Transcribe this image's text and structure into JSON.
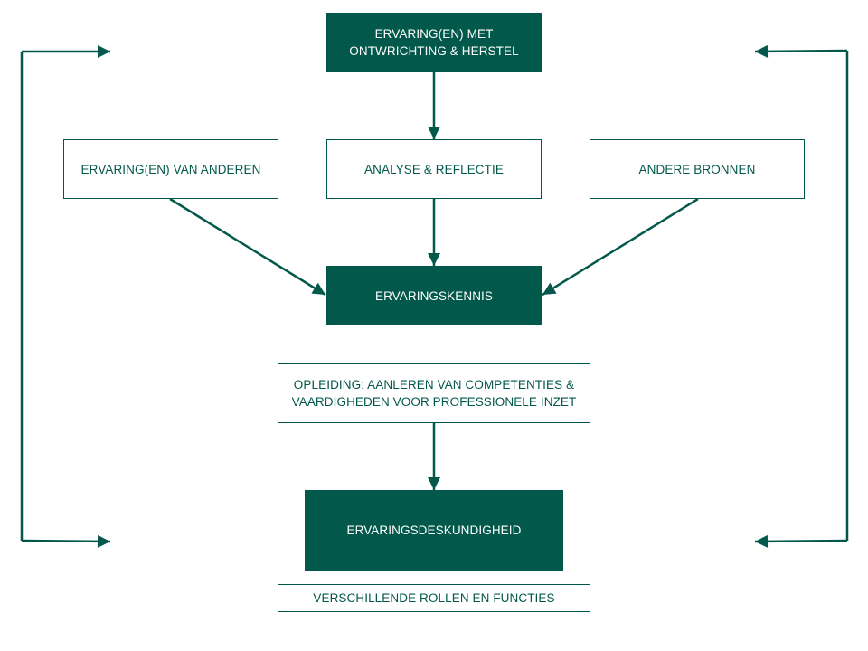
{
  "colors": {
    "primary": "#02584a",
    "background": "#ffffff"
  },
  "nodes": {
    "ervaring_ontwrichting": {
      "line1": "ERVARING(EN) MET",
      "line2": "ONTWRICHTING & HERSTEL"
    },
    "ervaring_anderen": {
      "label": "ERVARING(EN) VAN ANDEREN"
    },
    "analyse_reflectie": {
      "label": "ANALYSE & REFLECTIE"
    },
    "andere_bronnen": {
      "label": "ANDERE BRONNEN"
    },
    "ervaringskennis": {
      "label": "ERVARINGSKENNIS"
    },
    "opleiding": {
      "line1": "OPLEIDING: AANLEREN VAN COMPETENTIES &",
      "line2": "VAARDIGHEDEN VOOR PROFESSIONELE INZET"
    },
    "ervaringsdeskundigheid": {
      "label": "ERVARINGSDESKUNDIGHEID"
    },
    "rollen_functies": {
      "label": "VERSCHILLENDE ROLLEN EN FUNCTIES"
    }
  }
}
